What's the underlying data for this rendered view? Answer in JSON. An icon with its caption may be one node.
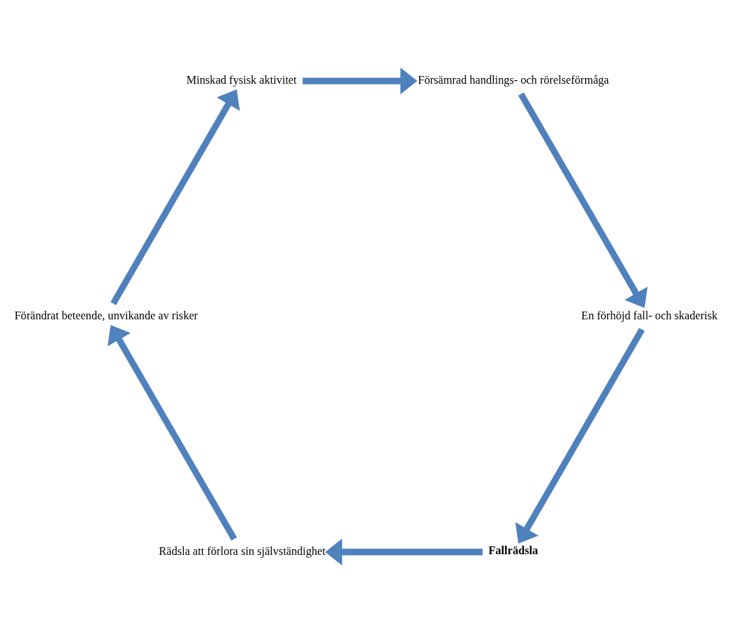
{
  "diagram": {
    "nodes": [
      {
        "text": [
          "Fallrädsla"
        ]
      },
      {
        "text": [
          "Rädsla att förlora sin självständighet"
        ]
      },
      {
        "text": [
          "Förändrat beteende, unvikande av risker"
        ]
      },
      {
        "text": [
          "Minskad fysisk aktivitet"
        ]
      },
      {
        "text": [
          "Försämrad handlings- och rörelseförmåga"
        ]
      },
      {
        "text": [
          "En förhöjd fall- och skaderisk"
        ]
      }
    ],
    "edges": [
      {
        "from": 0,
        "to": 1,
        "arrow": "to"
      },
      {
        "from": 1,
        "to": 2,
        "arrow": "to"
      },
      {
        "from": 2,
        "to": 3,
        "arrow": "to"
      },
      {
        "from": 3,
        "to": 4,
        "arrow": "to"
      },
      {
        "from": 4,
        "to": 5,
        "arrow": "to"
      },
      {
        "from": 5,
        "to": 0,
        "arrow": "to"
      }
    ]
  }
}
